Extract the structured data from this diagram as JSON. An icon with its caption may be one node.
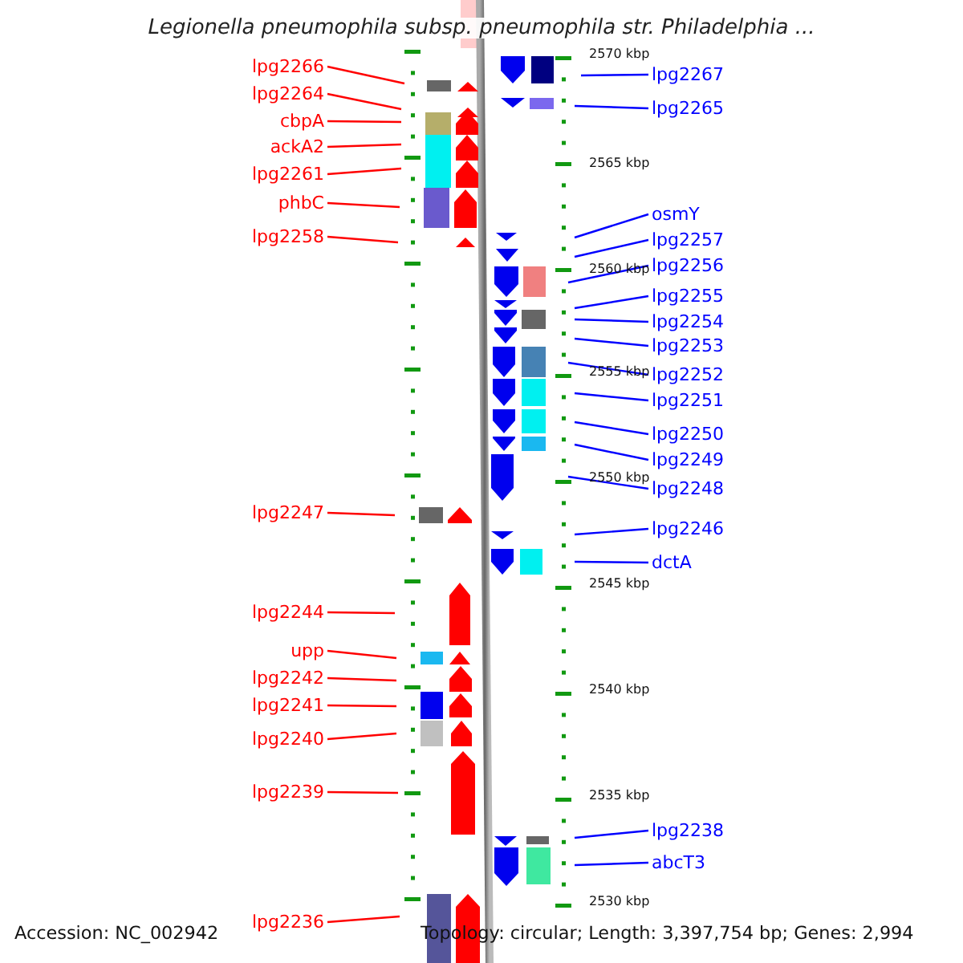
{
  "diagram": {
    "title": "Legionella pneumophila subsp. pneumophila str. Philadelphia ...",
    "nodes": [
      {
        "text": [
          "lpg2266"
        ]
      },
      {
        "text": [
          "lpg2264"
        ]
      },
      {
        "text": [
          "cbpA"
        ]
      },
      {
        "text": [
          "ackA2"
        ]
      },
      {
        "text": [
          "lpg2261"
        ]
      },
      {
        "text": [
          "phbC"
        ]
      },
      {
        "text": [
          "lpg2258"
        ]
      },
      {
        "text": [
          "lpg2247"
        ]
      },
      {
        "text": [
          "lpg2244"
        ]
      },
      {
        "text": [
          "upp"
        ]
      },
      {
        "text": [
          "lpg2242"
        ]
      },
      {
        "text": [
          "lpg2241"
        ]
      },
      {
        "text": [
          "lpg2240"
        ]
      },
      {
        "text": [
          "lpg2239"
        ]
      },
      {
        "text": [
          "lpg2236"
        ]
      },
      {
        "text": [
          "lpg2267"
        ]
      },
      {
        "text": [
          "lpg2265"
        ]
      },
      {
        "text": [
          "osmY"
        ]
      },
      {
        "text": [
          "lpg2257"
        ]
      },
      {
        "text": [
          "lpg2256"
        ]
      },
      {
        "text": [
          "lpg2255"
        ]
      },
      {
        "text": [
          "lpg2254"
        ]
      },
      {
        "text": [
          "lpg2253"
        ]
      },
      {
        "text": [
          "lpg2252"
        ]
      },
      {
        "text": [
          "lpg2251"
        ]
      },
      {
        "text": [
          "lpg2250"
        ]
      },
      {
        "text": [
          "lpg2249"
        ]
      },
      {
        "text": [
          "lpg2248"
        ]
      },
      {
        "text": [
          "lpg2246"
        ]
      },
      {
        "text": [
          "dctA"
        ]
      },
      {
        "text": [
          "lpg2238"
        ]
      },
      {
        "text": [
          "abcT3"
        ]
      }
    ],
    "edges": [
      {
        "from": 0,
        "to": null,
        "arrow": "none",
        "color": "#ff0000"
      },
      {
        "from": 1,
        "to": null,
        "arrow": "none",
        "color": "#ff0000"
      },
      {
        "from": 2,
        "to": null,
        "arrow": "none",
        "color": "#ff0000"
      },
      {
        "from": 3,
        "to": null,
        "arrow": "none",
        "color": "#ff0000"
      },
      {
        "from": 4,
        "to": null,
        "arrow": "none",
        "color": "#ff0000"
      },
      {
        "from": 5,
        "to": null,
        "arrow": "none",
        "color": "#ff0000"
      },
      {
        "from": 6,
        "to": null,
        "arrow": "none",
        "color": "#ff0000"
      },
      {
        "from": 7,
        "to": null,
        "arrow": "none",
        "color": "#ff0000"
      },
      {
        "from": 8,
        "to": null,
        "arrow": "none",
        "color": "#ff0000"
      },
      {
        "from": 9,
        "to": null,
        "arrow": "none",
        "color": "#ff0000"
      },
      {
        "from": 10,
        "to": null,
        "arrow": "none",
        "color": "#ff0000"
      },
      {
        "from": 11,
        "to": null,
        "arrow": "none",
        "color": "#ff0000"
      },
      {
        "from": 12,
        "to": null,
        "arrow": "none",
        "color": "#ff0000"
      },
      {
        "from": 13,
        "to": null,
        "arrow": "none",
        "color": "#ff0000"
      },
      {
        "from": 14,
        "to": null,
        "arrow": "none",
        "color": "#ff0000"
      },
      {
        "from": 15,
        "to": null,
        "arrow": "none"
      },
      {
        "from": 16,
        "to": null,
        "arrow": "none"
      },
      {
        "from": 17,
        "to": null,
        "arrow": "none"
      },
      {
        "from": 18,
        "to": null,
        "arrow": "none"
      },
      {
        "from": 19,
        "to": null,
        "arrow": "none"
      },
      {
        "from": 20,
        "to": null,
        "arrow": "none"
      },
      {
        "from": 21,
        "to": null,
        "arrow": "none"
      },
      {
        "from": 22,
        "to": null,
        "arrow": "none"
      },
      {
        "from": 23,
        "to": null,
        "arrow": "none"
      },
      {
        "from": 24,
        "to": null,
        "arrow": "none"
      },
      {
        "from": 25,
        "to": null,
        "arrow": "none"
      },
      {
        "from": 26,
        "to": null,
        "arrow": "none"
      },
      {
        "from": 27,
        "to": null,
        "arrow": "none"
      },
      {
        "from": 28,
        "to": null,
        "arrow": "none"
      },
      {
        "from": 29,
        "to": null,
        "arrow": "none"
      },
      {
        "from": 30,
        "to": null,
        "arrow": "none"
      },
      {
        "from": 31,
        "to": null,
        "arrow": "none"
      }
    ],
    "labels": [
      "2570 kbp",
      "2565 kbp",
      "2560 kbp",
      "2555 kbp",
      "2550 kbp",
      "2545 kbp",
      "2540 kbp",
      "2535 kbp",
      "2530 kbp",
      "Accession: NC_002942",
      "Topology: circular; Length: 3,397,754 bp; Genes: 2,994"
    ]
  }
}
